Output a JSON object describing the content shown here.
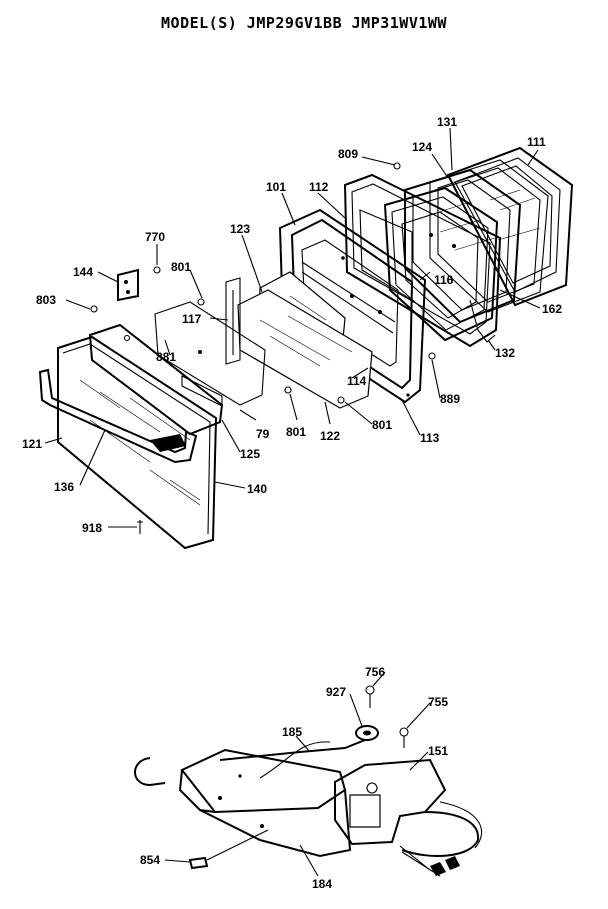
{
  "title": "MODEL(S) JMP29GV1BB  JMP31WV1WW",
  "callouts": {
    "c111": "111",
    "c131": "131",
    "c124": "124",
    "c809": "809",
    "c101": "101",
    "c112": "112",
    "c123": "123",
    "c770": "770",
    "c801a": "801",
    "c144": "144",
    "c803": "803",
    "c117": "117",
    "c116": "116",
    "c162": "162",
    "c881": "881",
    "c132": "132",
    "c114": "114",
    "c889": "889",
    "c79": "79",
    "c801b": "801",
    "c122": "122",
    "c801c": "801",
    "c113": "113",
    "c121": "121",
    "c125": "125",
    "c136": "136",
    "c140": "140",
    "c918": "918",
    "c756a": "756",
    "c927": "927",
    "c755": "755",
    "c185": "185",
    "c151": "151",
    "c854": "854",
    "c184": "184"
  }
}
